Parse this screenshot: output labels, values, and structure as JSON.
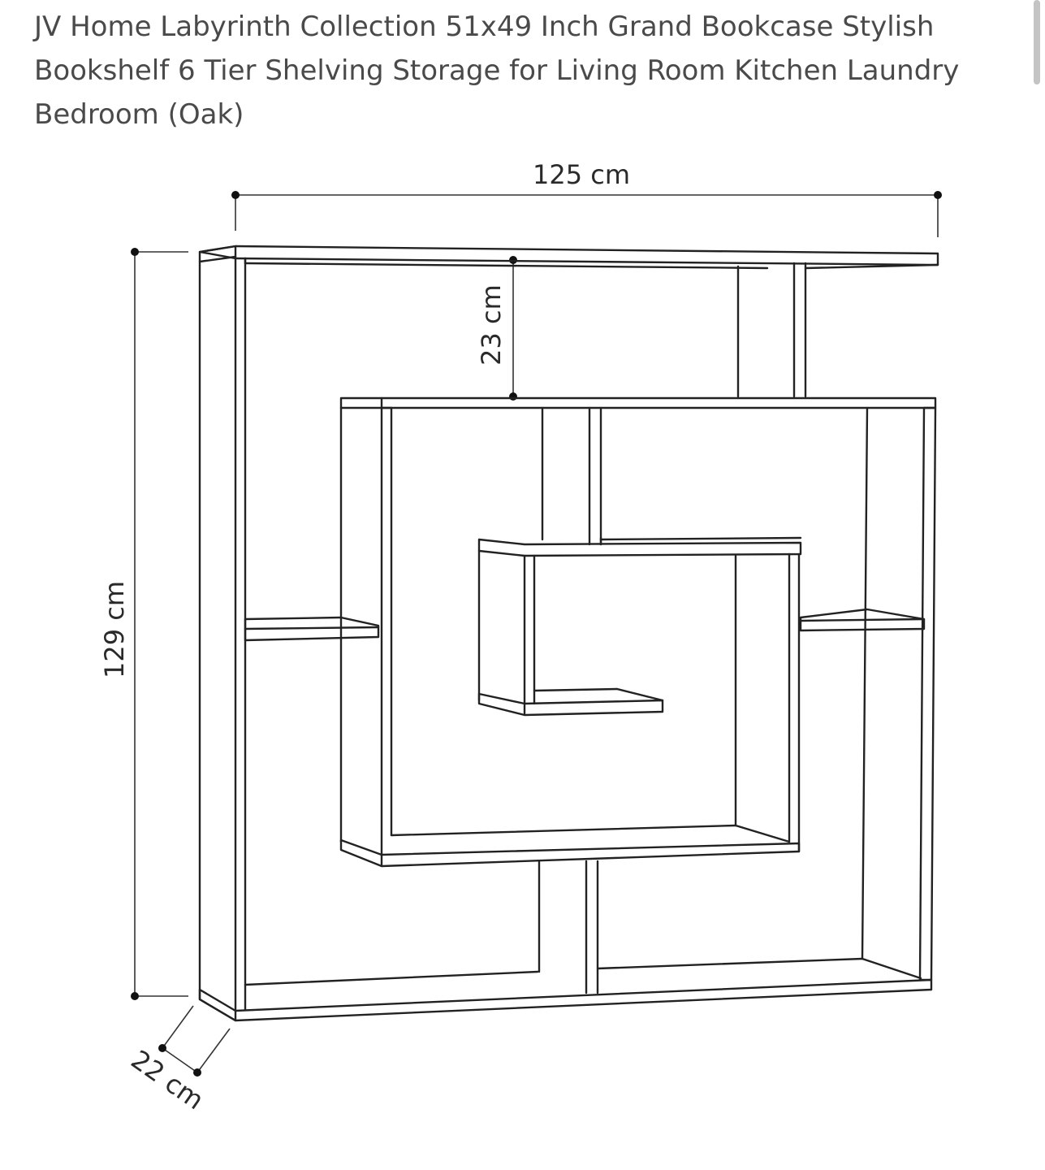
{
  "product": {
    "title": "JV Home Labyrinth Collection 51x49 Inch Grand Bookcase Stylish Bookshelf 6 Tier Shelving Storage for Living Room Kitchen Laundry Bedroom (Oak)"
  },
  "dimensions": {
    "width": "125 cm",
    "height": "129 cm",
    "depth": "22 cm",
    "shelf_gap": "23 cm"
  }
}
